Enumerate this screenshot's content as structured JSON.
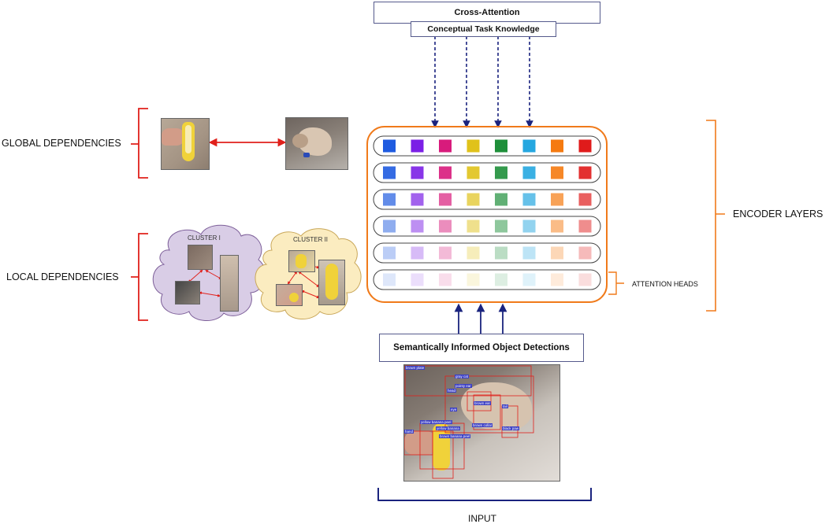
{
  "cross_attention": "Cross-Attention",
  "conceptual": "Conceptual Task Knowledge",
  "global_dependencies": "GLOBAL DEPENDENCIES",
  "local_dependencies": "LOCAL DEPENDENCIES",
  "cluster_1": "CLUSTER I",
  "cluster_2": "CLUSTER II",
  "encoder_layers": "ENCODER LAYERS",
  "attention_heads": "ATTENTION HEADS",
  "detections": "Semantically Informed Object Detections",
  "input": "INPUT",
  "head_colors": [
    "#1f5be0",
    "#7b1fe6",
    "#d81b7c",
    "#e0c21a",
    "#1e8f3a",
    "#25a7e0",
    "#f57a10",
    "#e01b1b"
  ],
  "layer_opacity": [
    1,
    0.9,
    0.7,
    0.5,
    0.3,
    0.15
  ],
  "detection_tags": [
    "brown plate",
    "gray cat",
    "pointy ear",
    "head",
    "brown ear",
    "eye",
    "tail",
    "yellow banana peel",
    "yellow banana",
    "brown collar",
    "hand",
    "black paw",
    "brown banana peel"
  ]
}
